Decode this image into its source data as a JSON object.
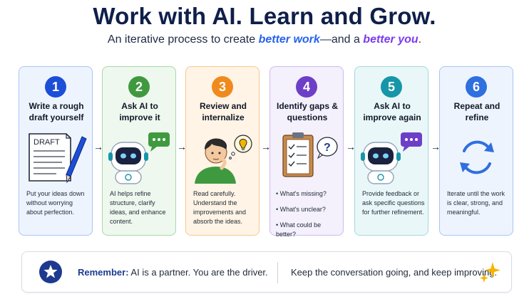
{
  "header": {
    "title": "Work with AI. Learn and Grow.",
    "subtitle_prefix": "An iterative process to create ",
    "subtitle_em1": "better work",
    "subtitle_mid": "—and a ",
    "subtitle_em2": "better you",
    "subtitle_suffix": "."
  },
  "steps": [
    {
      "number": "1",
      "title": "Write a rough draft yourself",
      "art_label": "DRAFT",
      "description": "Put your ideas down without worrying about perfection."
    },
    {
      "number": "2",
      "title": "Ask AI to improve it",
      "description": "AI helps refine structure, clarify ideas, and enhance content."
    },
    {
      "number": "3",
      "title": "Review and internalize",
      "description": "Read carefully. Understand the improvements and absorb the ideas."
    },
    {
      "number": "4",
      "title": "Identify gaps & questions",
      "art_label": "?",
      "bullets": [
        "What's missing?",
        "What's unclear?",
        "What could be better?"
      ]
    },
    {
      "number": "5",
      "title": "Ask AI to improve again",
      "description": "Provide feedback or ask specific questions for further refinement."
    },
    {
      "number": "6",
      "title": "Repeat and refine",
      "description": "Iterate until the work is clear, strong, and meaningful."
    }
  ],
  "footer": {
    "remember_label": "Remember:",
    "remember_text": " AI is a partner. You are the driver.",
    "keep_text": "Keep the conversation going, and keep improving."
  },
  "colors": {
    "step1": "#1d4ed8",
    "step2": "#3f9a3f",
    "step3": "#f08a1c",
    "step4": "#6d3fc7",
    "step5": "#1696a8",
    "step6": "#2f6fe0",
    "title": "#0f1f4a",
    "em_blue": "#2563eb",
    "em_purple": "#7c3aed",
    "sparkle": "#f5b400"
  },
  "icons": [
    "draft-document-icon",
    "pen-icon",
    "robot-icon",
    "chat-bubble-icon",
    "person-thinking-icon",
    "lightbulb-icon",
    "clipboard-checklist-icon",
    "question-bubble-icon",
    "refresh-cycle-icon",
    "star-icon",
    "sparkle-icon"
  ]
}
